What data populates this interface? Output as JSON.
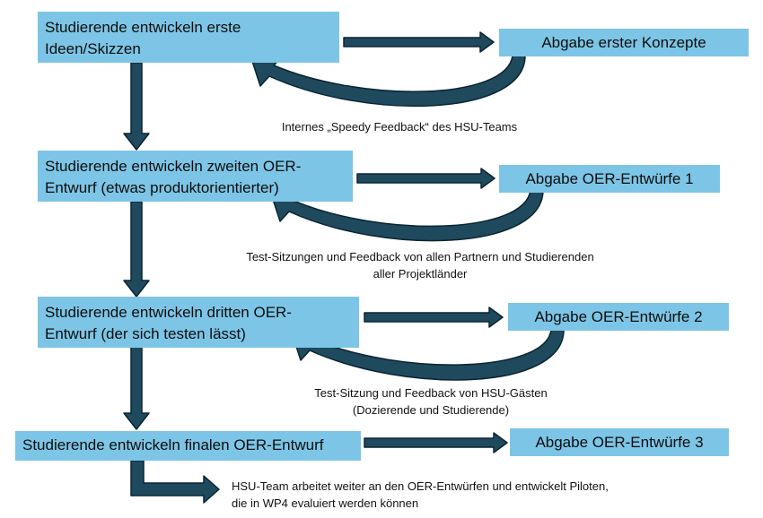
{
  "colors": {
    "box_fill": "#7dc5e6",
    "arrow_fill": "#1f4a5e",
    "arrow_stroke": "#0a2433"
  },
  "stages": [
    {
      "left": {
        "line1": "Studierende entwickeln erste",
        "line2": "Ideen/Skizzen"
      },
      "right": "Abgabe erster Konzepte",
      "feedback": [
        "Internes „Speedy Feedback“ des HSU-Teams"
      ]
    },
    {
      "left": {
        "line1": "Studierende entwickeln zweiten OER-",
        "line2": "Entwurf (etwas produktorientierter)"
      },
      "right": "Abgabe OER-Entwürfe 1",
      "feedback": [
        "Test-Sitzungen und Feedback von allen Partnern und Studierenden",
        "aller Projektländer"
      ]
    },
    {
      "left": {
        "line1": "Studierende entwickeln dritten OER-",
        "line2": "Entwurf (der sich testen lässt)"
      },
      "right": "Abgabe OER-Entwürfe 2",
      "feedback": [
        "Test-Sitzung und Feedback von HSU-Gästen",
        "(Dozierende und Studierende)"
      ]
    },
    {
      "left": {
        "line1": "Studierende entwickeln finalen OER-Entwurf",
        "line2": ""
      },
      "right": "Abgabe OER-Entwürfe 3",
      "feedback": []
    }
  ],
  "final_note": [
    "HSU-Team arbeitet weiter an den OER-Entwürfen und entwickelt Piloten,",
    "die in WP4 evaluiert werden können"
  ]
}
